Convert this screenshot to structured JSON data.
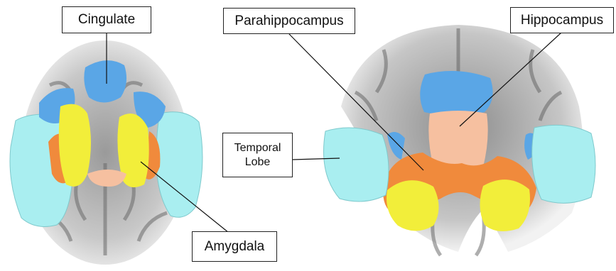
{
  "labels": {
    "cingulate": "Cingulate",
    "parahippocampus": "Parahippocampus",
    "hippocampus": "Hippocampus",
    "temporal_lobe": "Temporal\nLobe",
    "amygdala": "Amygdala"
  },
  "colors": {
    "cingulate": "#5aa6e6",
    "temporal_lobe": "#a9eef0",
    "amygdala": "#f2ee3a",
    "parahippocampus": "#f08a3c",
    "hippocampus": "#f6c0a0",
    "brain_gray": "#bdbdbd"
  }
}
